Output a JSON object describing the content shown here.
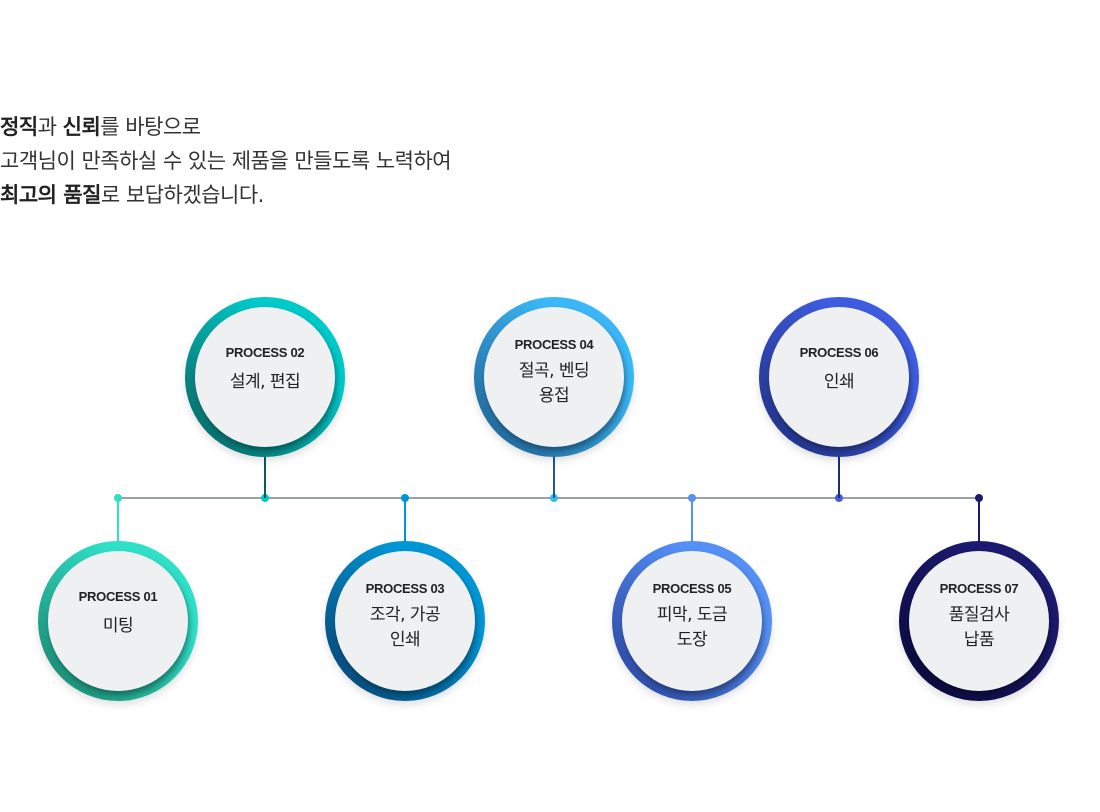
{
  "intro": {
    "line1_bold1": "정직",
    "line1_text1": "과 ",
    "line1_bold2": "신뢰",
    "line1_text2": "를 바탕으로",
    "line2": "고객님이 만족하실 수 있는 제품을 만들도록 노력하여",
    "line3_bold": "최고의 품질",
    "line3_text": "로 보답하겠습니다."
  },
  "process": [
    {
      "label": "PROCESS 01",
      "title": "미팅",
      "color_start": "#2fe0c8",
      "color_end": "#1a7f68"
    },
    {
      "label": "PROCESS 02",
      "title": "설계, 편집",
      "color_start": "#00c9c9",
      "color_end": "#0a5d59"
    },
    {
      "label": "PROCESS 03",
      "title": "조각, 가공\n인쇄",
      "color_start": "#0096d6",
      "color_end": "#0a3d6b"
    },
    {
      "label": "PROCESS 04",
      "title": "절곡, 벤딩\n용접",
      "color_start": "#3ab7f7",
      "color_end": "#1f5a8a"
    },
    {
      "label": "PROCESS 05",
      "title": "피막, 도금\n도장",
      "color_start": "#5590f5",
      "color_end": "#263e96"
    },
    {
      "label": "PROCESS 06",
      "title": "인쇄",
      "color_start": "#3e5ce0",
      "color_end": "#1e2d7a"
    },
    {
      "label": "PROCESS 07",
      "title": "품질검사\n납품",
      "color_start": "#1c1a6e",
      "color_end": "#080836"
    }
  ]
}
